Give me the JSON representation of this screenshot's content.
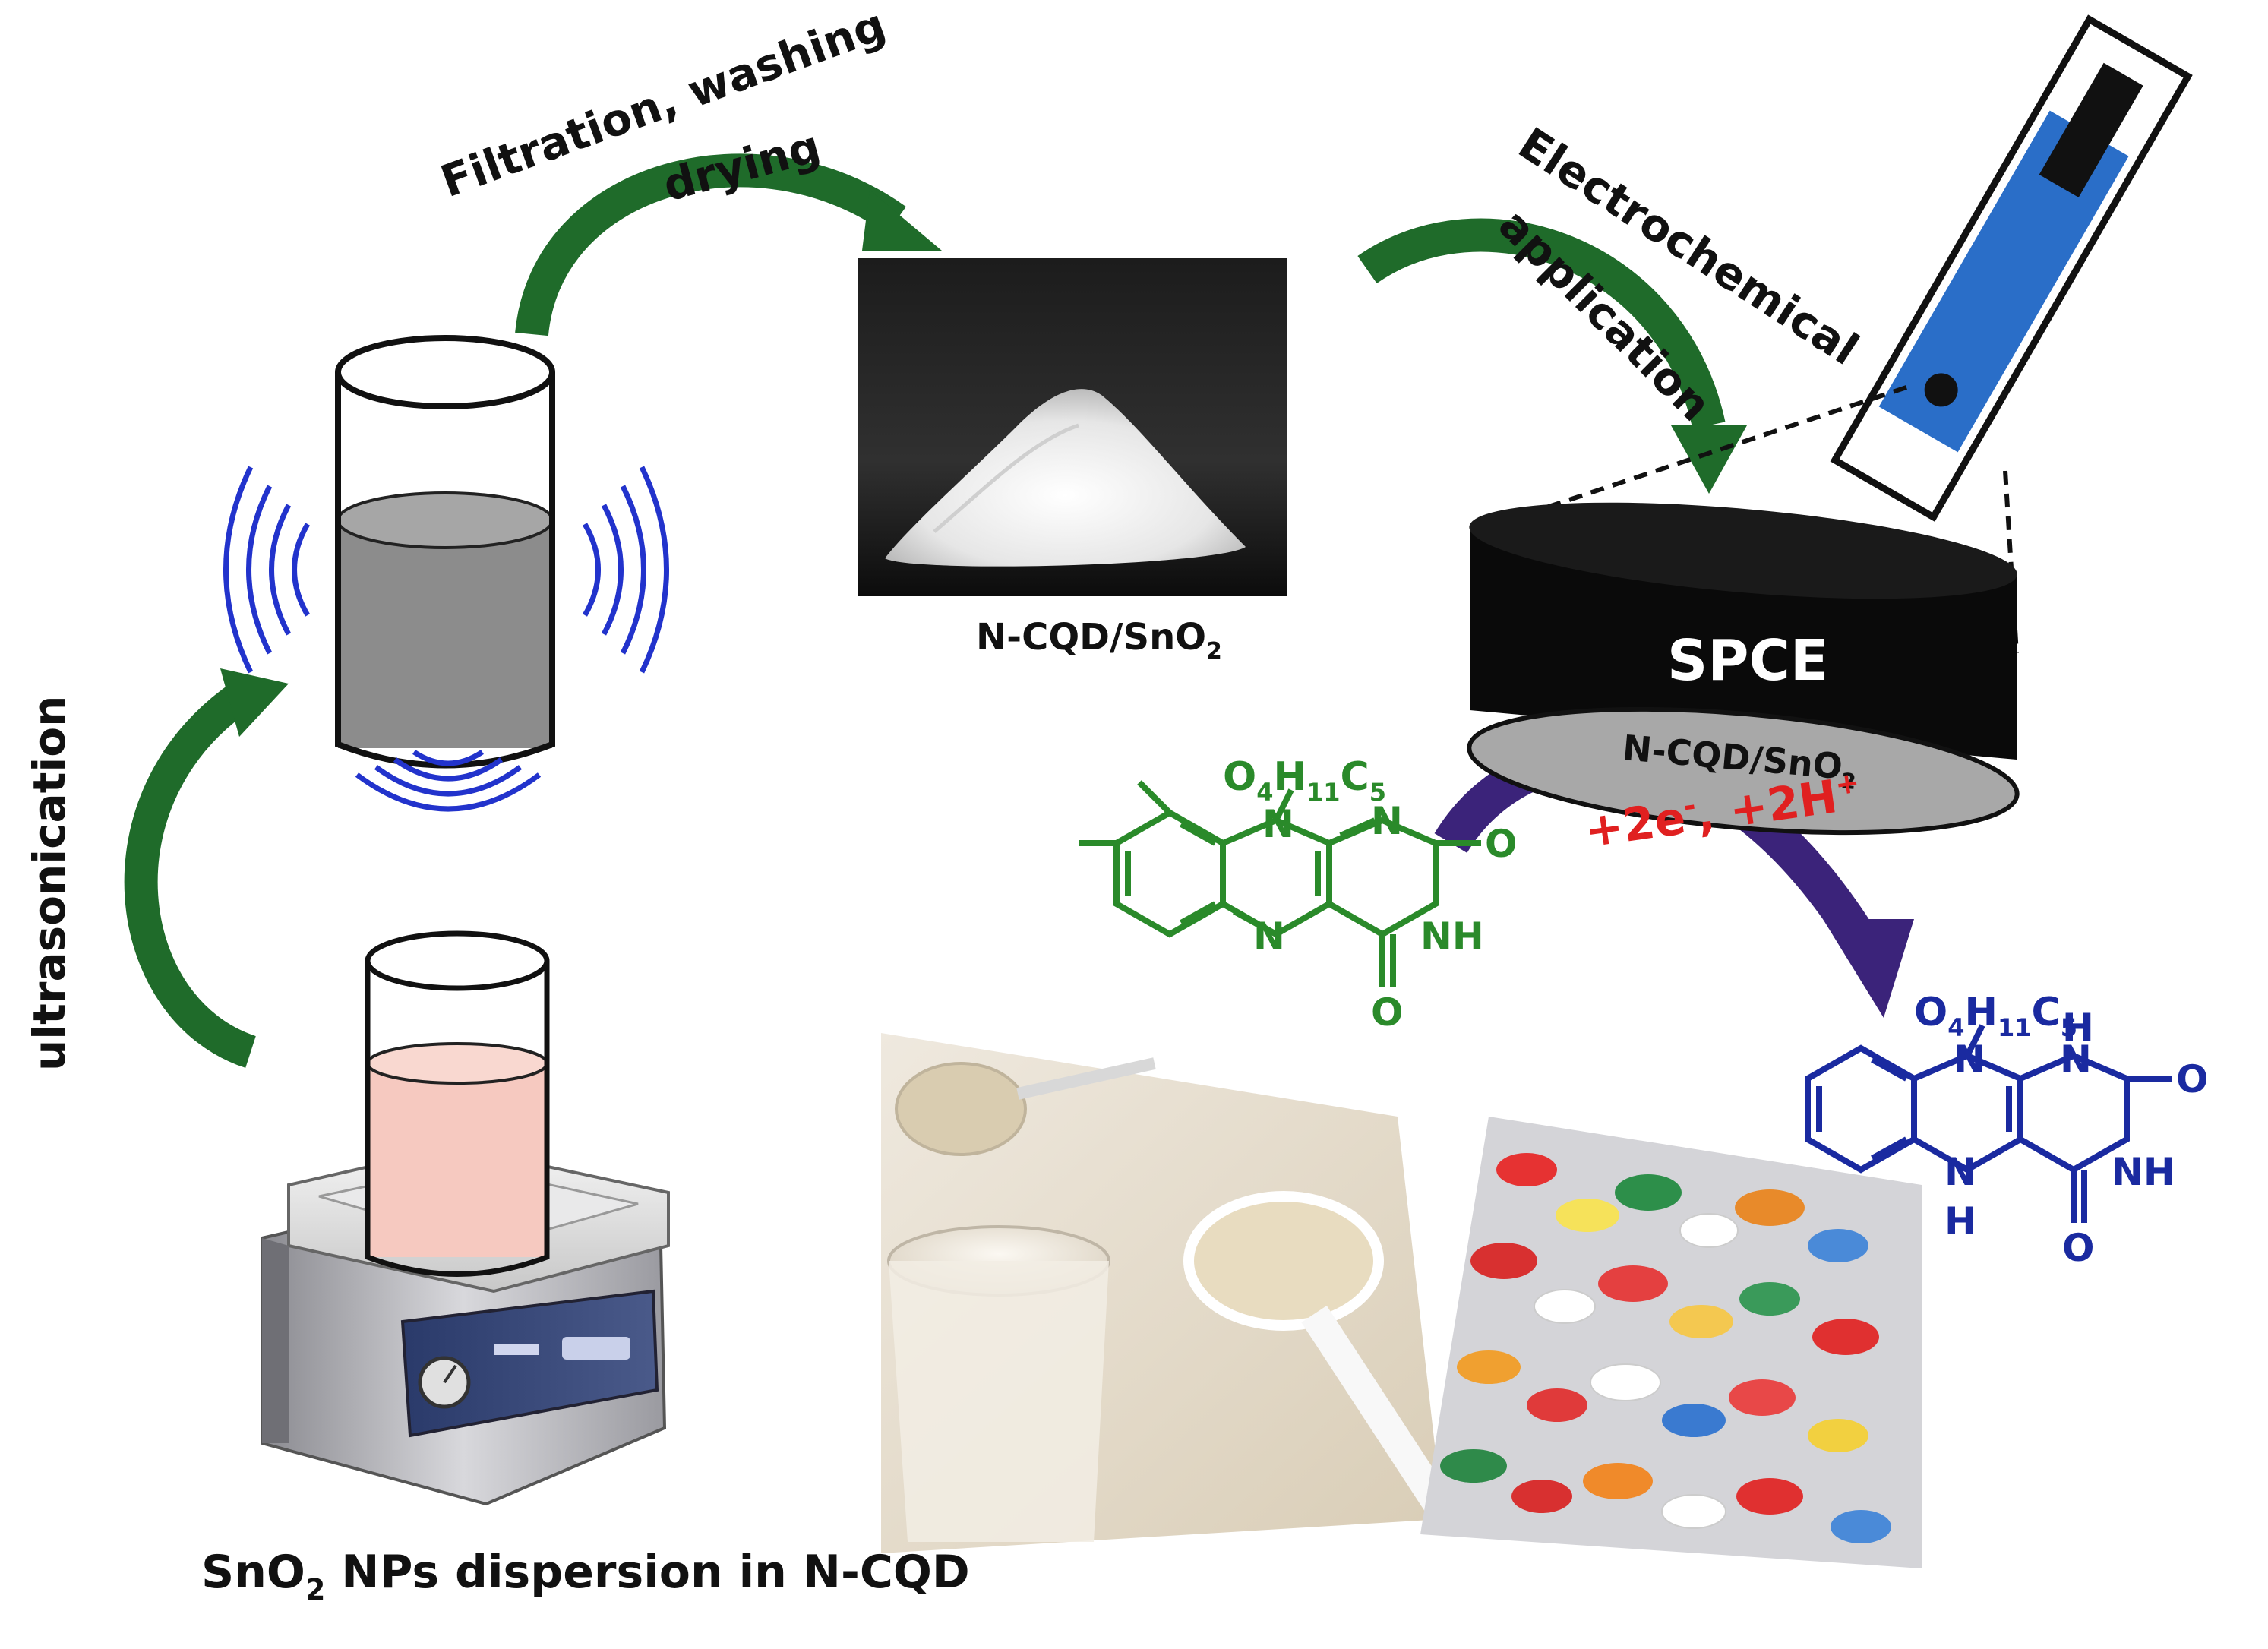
{
  "labels": {
    "step_filtration_line1": "Filtration, washing",
    "step_filtration_line2": "drying",
    "step_electro_line1": "Electrochemical",
    "step_electro_line2": "application",
    "step_ultrasonication": "ultrasonication",
    "powder_caption_main": "N-CQD/SnO",
    "powder_caption_sub": "2",
    "dispersion_caption_a": "SnO",
    "dispersion_caption_sub": "2",
    "dispersion_caption_b": " NPs dispersion in N-CQD",
    "spce_label": "SPCE",
    "spce_film_main": "N-CQD/SnO",
    "spce_film_sub": "2",
    "reaction_a": "+2e",
    "reaction_sup1": "-",
    "reaction_b": ", +2H",
    "reaction_sup2": "+"
  },
  "molecules": {
    "oxidized": {
      "substituent_main": "O",
      "substituent_sub1": "4",
      "substituent_h": "H",
      "substituent_sub2": "11",
      "substituent_c": "C",
      "substituent_sub3": "5",
      "atom_n_ring1": "N",
      "atom_n_ring2": "N",
      "atom_n_ring3": "N",
      "atom_o_top": "O",
      "atom_nh": "NH",
      "atom_o_bottom": "O"
    },
    "reduced": {
      "substituent_main": "O",
      "substituent_sub1": "4",
      "substituent_h": "H",
      "substituent_sub2": "11",
      "substituent_c": "C",
      "substituent_sub3": "5",
      "atom_n_top": "N",
      "atom_h_top": "H",
      "atom_n_ring": "N",
      "atom_h_ring": "H",
      "atom_o_top": "O",
      "atom_nh": "NH",
      "atom_nh_bottom_n": "N",
      "atom_h_bottom": "H",
      "atom_o_bottom": "O"
    }
  },
  "colors": {
    "arrow_green": "#1f6b2a",
    "arrow_purple": "#3b237a",
    "molecule_green": "#2a8a2a",
    "molecule_blue": "#1a2aa0",
    "reaction_red": "#e02020",
    "wave_blue": "#2233cc",
    "electrode_blue": "#2a6ec8",
    "solution_pink": "#f6c9c0",
    "solution_grey": "#8a8a8a"
  }
}
